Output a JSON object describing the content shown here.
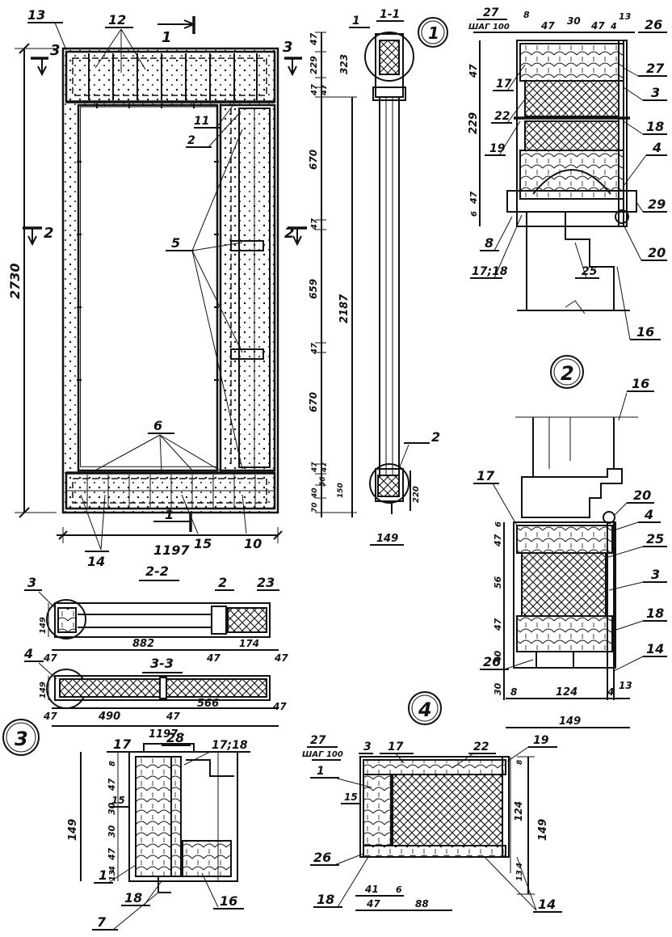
{
  "drawing": {
    "elevation": {
      "section_marks": {
        "s1": "1",
        "s2": "2",
        "s3": "3"
      },
      "callouts": {
        "c13": "13",
        "c12": "12",
        "c11": "11",
        "c2": "2",
        "c5": "5",
        "c6": "6",
        "c14": "14",
        "c15": "15",
        "c10": "10"
      },
      "dims": {
        "height_total": "2730",
        "width_total": "1197"
      },
      "right_chain": {
        "d47": "47",
        "d229": "229",
        "d323": "323",
        "d47b": "47",
        "d47c": "47",
        "d670": "670",
        "d47d": "47",
        "d659": "659",
        "d2187": "2187",
        "d47e": "47",
        "d670b": "670",
        "d47f": "47",
        "d47g": "47",
        "d56": "56",
        "d150": "150",
        "d40": "40",
        "d70": "70",
        "d220": "220"
      }
    },
    "section_1_1": {
      "title": "1-1",
      "mark": "1",
      "callout_2": "2",
      "dim_149": "149",
      "circle_1": "1"
    },
    "section_2_2": {
      "title": "2-2",
      "callouts": {
        "c3": "3",
        "c2": "2",
        "c23": "23"
      },
      "dims": {
        "d149": "149",
        "d47": "47",
        "d882": "882",
        "d47b": "47",
        "d174": "174",
        "d47c": "47"
      }
    },
    "section_3_3": {
      "title": "3-3",
      "callouts": {
        "c4": "4"
      },
      "dims": {
        "d149": "149",
        "d47": "47",
        "d490": "490",
        "d47b": "47",
        "d566": "566",
        "d47c": "47",
        "d1197": "1197"
      }
    },
    "detail_1": {
      "number": "1",
      "top_dims": {
        "d27": "27",
        "step": "ШАГ 100",
        "d8": "8",
        "d47": "47",
        "d30": "30",
        "d47b": "47",
        "d4": "4",
        "d13": "13"
      },
      "left_dims": {
        "d47": "47",
        "d229": "229",
        "d47b": "47",
        "d6": "6"
      },
      "callouts": {
        "c26": "26",
        "c27": "27",
        "c3": "3",
        "c18": "18",
        "c4": "4",
        "c29": "29",
        "c20": "20",
        "c16": "16",
        "c25": "25",
        "c17_18": "17;18",
        "c8": "8",
        "c19": "19",
        "c22": "22",
        "c17": "17"
      }
    },
    "detail_2": {
      "number": "2",
      "callouts": {
        "c16": "16",
        "c17": "17",
        "c20": "20",
        "c4": "4",
        "c25": "25",
        "c3": "3",
        "c18": "18",
        "c14": "14",
        "c26": "26"
      },
      "dims": {
        "d6": "6",
        "d47": "47",
        "d56": "56",
        "d47b": "47",
        "d40": "40",
        "d30": "30",
        "d8": "8",
        "d124": "124",
        "d4": "4",
        "d13": "13",
        "d149": "149"
      }
    },
    "detail_3": {
      "number": "3",
      "callouts": {
        "c17": "17",
        "c28": "28",
        "c17_18": "17;18",
        "c15": "15",
        "c1": "1",
        "c18": "18",
        "c16": "16",
        "c7": "7"
      },
      "dims": {
        "d149": "149",
        "d8": "8",
        "d47": "47",
        "d30": "30",
        "d30b": "30",
        "d47b": "47",
        "d4": "4",
        "d13": "13"
      }
    },
    "detail_4": {
      "number": "4",
      "callouts": {
        "c27": "27",
        "step": "ШАГ 100",
        "c3": "3",
        "c17": "17",
        "c22": "22",
        "c19": "19",
        "c1": "1",
        "c15": "15",
        "c26": "26",
        "c18": "18",
        "c14": "14"
      },
      "dims": {
        "d124": "124",
        "d149": "149",
        "d13": "13",
        "d4": "4",
        "d41": "41",
        "d6": "6",
        "d47": "47",
        "d88": "88",
        "d8": "8"
      }
    }
  }
}
